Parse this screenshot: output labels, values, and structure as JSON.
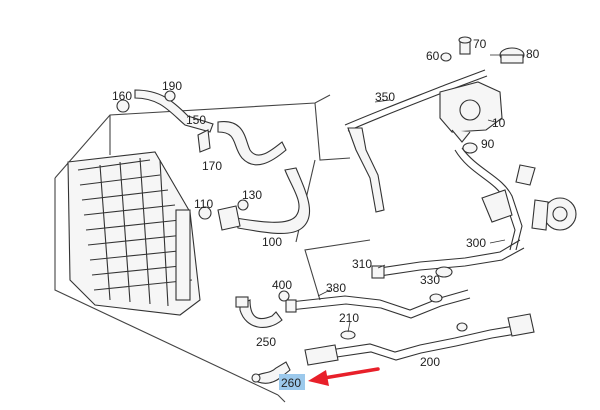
{
  "labels": {
    "l10": "10",
    "l60": "60",
    "l70": "70",
    "l80": "80",
    "l90": "90",
    "l100": "100",
    "l110": "110",
    "l130": "130",
    "l150": "150",
    "l160": "160",
    "l170": "170",
    "l190": "190",
    "l200": "200",
    "l210": "210",
    "l250": "250",
    "l260": "260",
    "l300": "300",
    "l310": "310",
    "l330": "330",
    "l350": "350",
    "l380": "380",
    "l400": "400"
  },
  "highlight": {
    "label": "260",
    "arrow_color": "#e8202a",
    "box_color": "#9cc9ec"
  }
}
